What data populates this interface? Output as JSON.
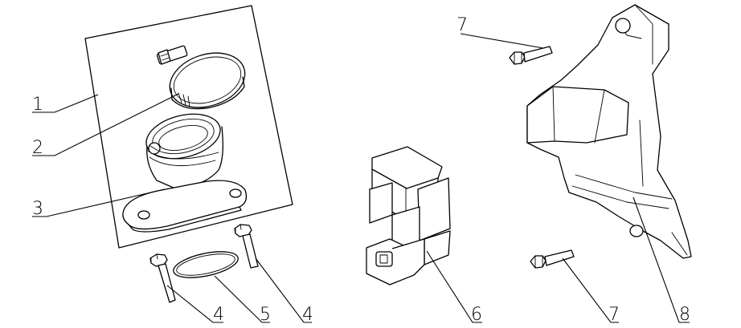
{
  "callouts": {
    "c1": "1",
    "c2": "2",
    "c3": "3",
    "c4a": "4",
    "c5": "5",
    "c4b": "4",
    "c6": "6",
    "c7top": "7",
    "c7bottom": "7",
    "c8": "8"
  },
  "colors": {
    "line": "#000000",
    "background": "#ffffff"
  }
}
